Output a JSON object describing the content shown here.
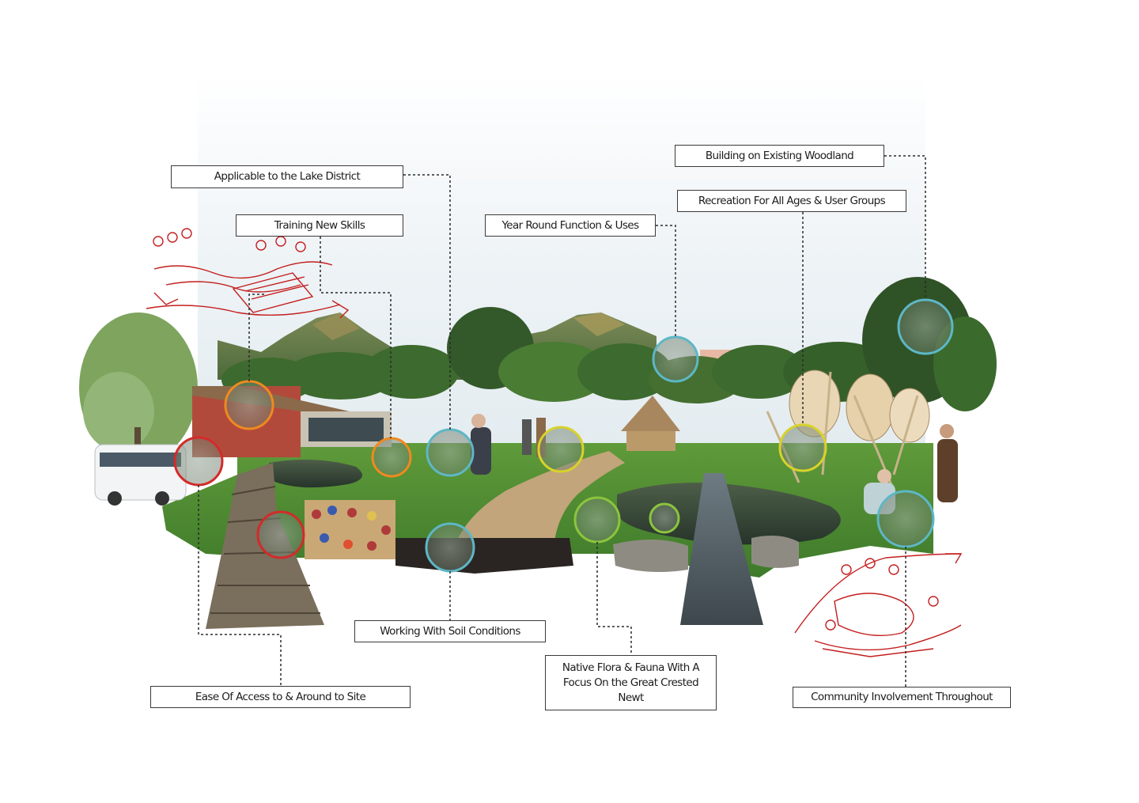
{
  "callouts": {
    "lake_district": "Applicable to the Lake District",
    "training": "Training New Skills",
    "year_round": "Year Round Function & Uses",
    "existing_woodland": "Building on Existing Woodland",
    "recreation": "Recreation For All Ages & User Groups",
    "soil": "Working With Soil Conditions",
    "access": "Ease Of Access to & Around to  Site",
    "flora_fauna": "Native Flora & Fauna With A Focus On the Great Crested Newt",
    "community": "Community Involvement Throughout"
  },
  "colors": {
    "ring_red": "#d42a2a",
    "ring_orange": "#ef8a1f",
    "ring_yellow": "#d8d22a",
    "ring_green": "#8cc43e",
    "ring_teal": "#5db7c6",
    "sketch_red": "#c41e1e",
    "leader_line": "#2a2a2a"
  }
}
